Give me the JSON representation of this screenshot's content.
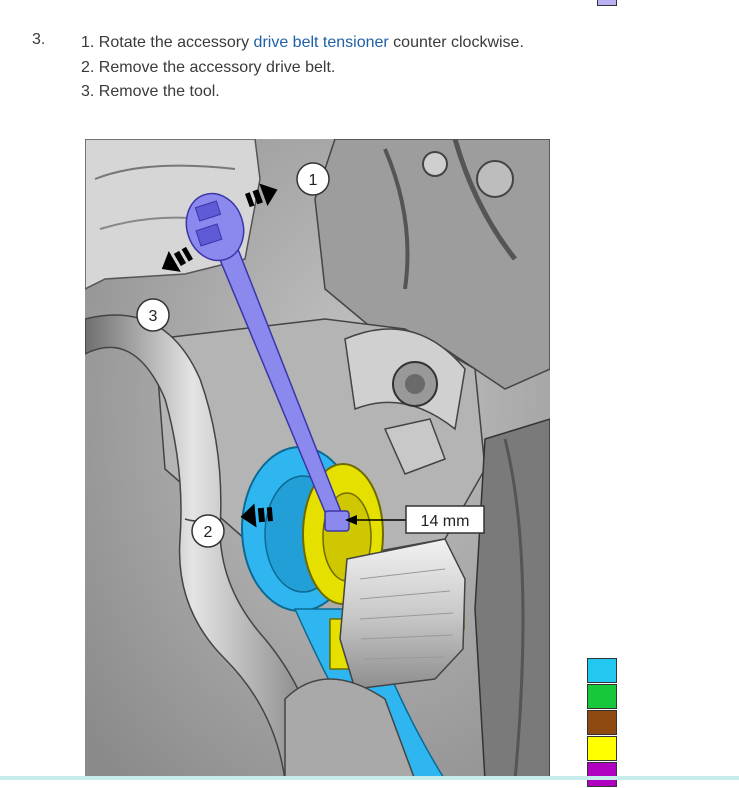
{
  "step": {
    "number": "3."
  },
  "instructions": [
    {
      "num": "1.",
      "pre": "Rotate the accessory ",
      "link": "drive belt tensioner",
      "post": " counter clockwise."
    },
    {
      "num": "2.",
      "text": "Remove the accessory drive belt."
    },
    {
      "num": "3.",
      "text": "Remove the tool."
    }
  ],
  "figure": {
    "callouts": [
      "1",
      "2",
      "3"
    ],
    "size_label": "14 mm",
    "colors": {
      "tool": "#8b88ee",
      "tool_dark": "#5f5bd6",
      "pulley": "#2fb6f0",
      "tensioner": "#e6e000"
    }
  },
  "legend": {
    "colors": [
      "#22c8f0",
      "#17c93a",
      "#8f4a12",
      "#ffff00",
      "#b000c0"
    ],
    "top_swatch": "#b9b2f0"
  },
  "link_color": "#1f5fa8"
}
